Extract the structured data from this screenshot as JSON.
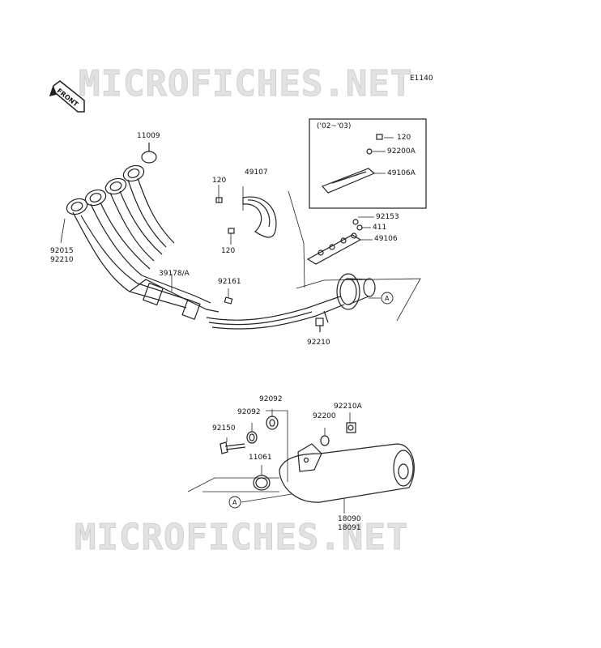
{
  "watermark": {
    "top": "MICROFICHES.NET",
    "bottom": "MICROFICHES.NET"
  },
  "diagram_ref": "E1140",
  "front_label": "FRONT",
  "inset": {
    "title": "('02~'03)"
  },
  "callouts": {
    "c11009": "11009",
    "c92015": "92015",
    "c92210a": "92210",
    "c39178": "39178/A",
    "c120a": "120",
    "c120b": "120",
    "c49107": "49107",
    "c92161": "92161",
    "c92210b": "92210",
    "c120c": "120",
    "c92200A": "92200A",
    "c49106A": "49106A",
    "c92153": "92153",
    "c411": "411",
    "c49106": "49106",
    "c92092a": "92092",
    "c92092b": "92092",
    "c92150": "92150",
    "c92210A": "92210A",
    "c92200": "92200",
    "c11061": "11061",
    "c18090": "18090",
    "c18091": "18091"
  },
  "markers": {
    "a1": "A",
    "a2": "A"
  }
}
